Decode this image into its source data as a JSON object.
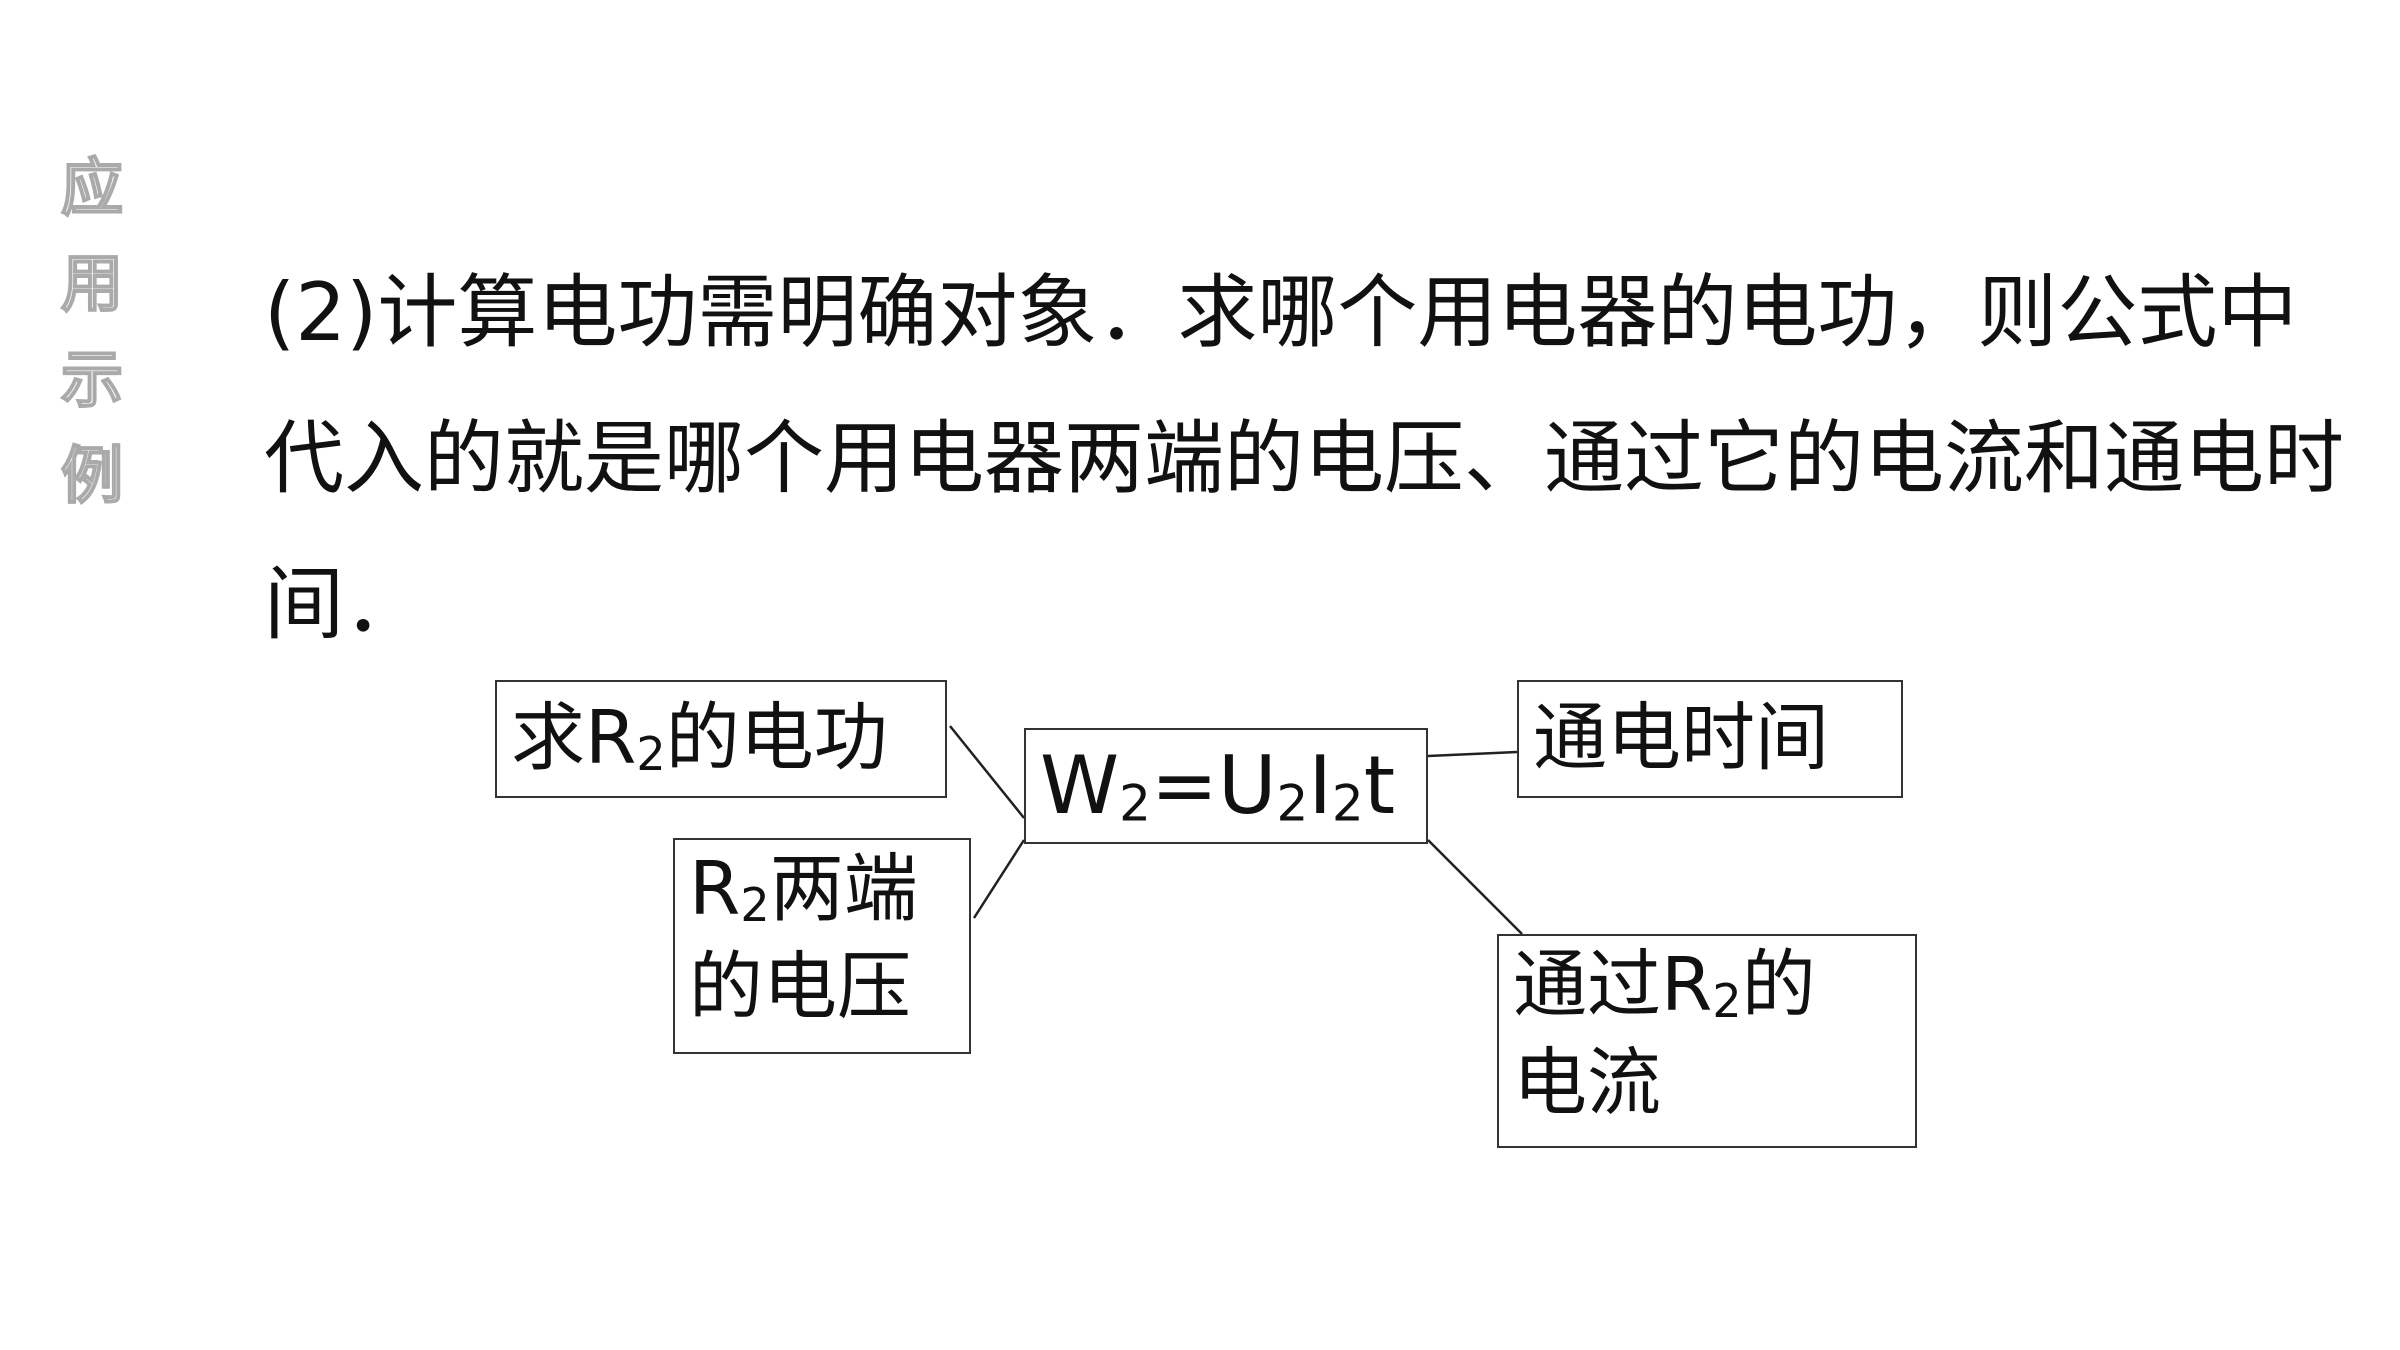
{
  "side_label": [
    "应",
    "用",
    "示",
    "例"
  ],
  "paragraph": "(2)计算电功需明确对象．求哪个用电器的电功，则公式中代入的就是哪个用电器两端的电压、通过它的电流和通电时间．",
  "diagram": {
    "find_work": {
      "prefix": "求",
      "var": "R",
      "sub": "2",
      "suffix": "的电功"
    },
    "voltage": {
      "var": "R",
      "sub": "2",
      "line1_suffix": "两端",
      "line2": "的电压"
    },
    "formula": {
      "W": "W",
      "W_sub": "2",
      "eq": "=",
      "U": "U",
      "U_sub": "2",
      "I": "I",
      "I_sub": "2",
      "t": "t"
    },
    "time": "通电时间",
    "current": {
      "prefix": "通过",
      "var": "R",
      "sub": "2",
      "suffix": "的",
      "line2": "电流"
    }
  }
}
